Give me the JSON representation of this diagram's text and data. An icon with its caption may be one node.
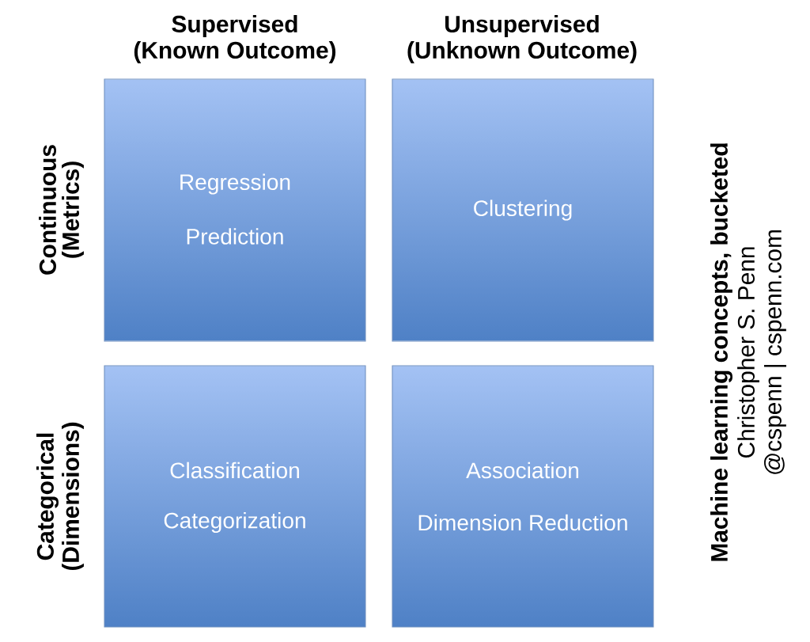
{
  "diagram": {
    "nodes": [
      {
        "text": [
          "Regression",
          "Prediction"
        ]
      },
      {
        "text": [
          "Clustering"
        ]
      },
      {
        "text": [
          "Classification",
          "Categorization"
        ]
      },
      {
        "text": [
          "Association",
          "Dimension Reduction"
        ]
      }
    ],
    "labels": [
      "Supervised",
      "(Known Outcome)",
      "Unsupervised",
      "(Unknown Outcome)",
      "Continuous",
      "(Metrics)",
      "Categorical",
      "(Dimensions)",
      "Machine learning concepts, bucketed",
      "Christopher S. Penn",
      "@cspenn | cspenn.com"
    ]
  }
}
